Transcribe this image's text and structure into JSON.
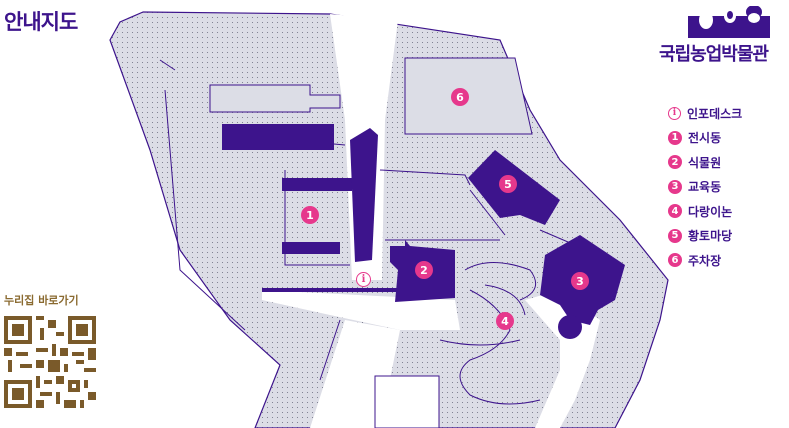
{
  "page": {
    "title": "안내지도"
  },
  "brand": {
    "name": "국립농업박물관"
  },
  "legend": {
    "items": [
      {
        "marker": "i",
        "label": "인포데스크"
      },
      {
        "marker": "1",
        "label": "전시동"
      },
      {
        "marker": "2",
        "label": "식물원"
      },
      {
        "marker": "3",
        "label": "교육동"
      },
      {
        "marker": "4",
        "label": "다랑이논"
      },
      {
        "marker": "5",
        "label": "황토마당"
      },
      {
        "marker": "6",
        "label": "주차장"
      }
    ]
  },
  "map_markers": {
    "info": "i",
    "m1": "1",
    "m2": "2",
    "m3": "3",
    "m4": "4",
    "m5": "5",
    "m6": "6"
  },
  "qr": {
    "label": "누리집 바로가기"
  },
  "colors": {
    "brand_purple": "#3d148c",
    "marker_pink": "#e6388c",
    "area_gray": "#dcdde6",
    "qr_brown": "#7a5a2a"
  }
}
